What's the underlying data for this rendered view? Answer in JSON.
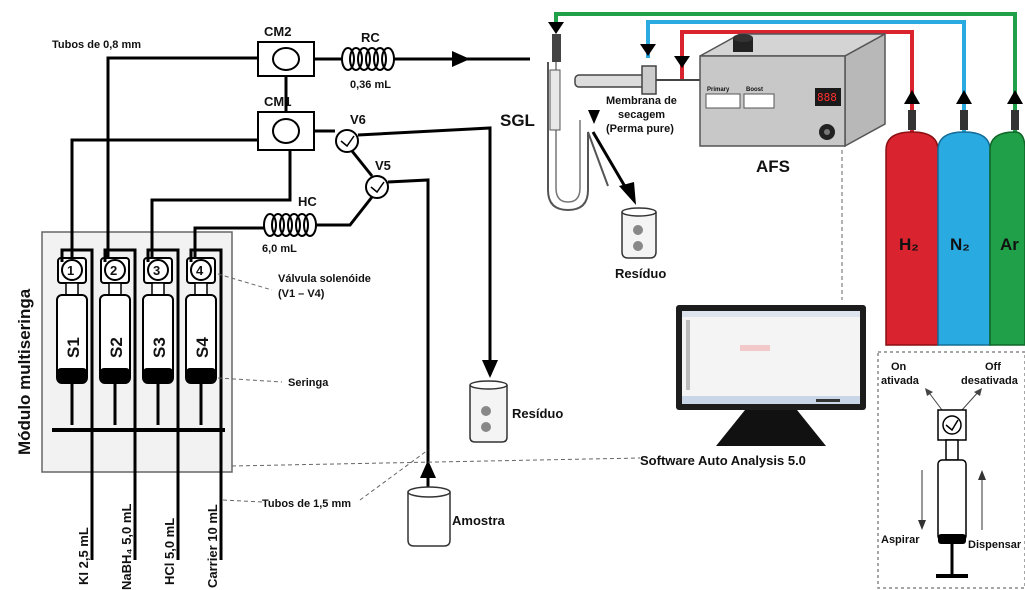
{
  "labels": {
    "tubos_08": "Tubos de 0,8 mm",
    "tubos_15": "Tubos de 1,5 mm",
    "cm1": "CM1",
    "cm2": "CM2",
    "rc": "RC",
    "rc_vol": "0,36 mL",
    "hc": "HC",
    "hc_vol": "6,0 mL",
    "v5": "V5",
    "v6": "V6",
    "sgl": "SGL",
    "membrana_1": "Membrana de",
    "membrana_2": "secagem",
    "membrana_3": "(Perma pure)",
    "afs": "AFS",
    "residuo_sgl": "Resíduo",
    "residuo_main": "Resíduo",
    "amostra": "Amostra",
    "software": "Software Auto Analysis 5.0",
    "modulo": "Módulo multiseringa",
    "valvula_1": "Válvula solenóide",
    "valvula_2": "(V1 – V4)",
    "seringa": "Seringa",
    "on": "On",
    "ativada": "ativada",
    "off": "Off",
    "desativada": "desativada",
    "aspirar": "Aspirar",
    "dispensar": "Dispensar",
    "afs_display": "888",
    "primary": "Primary",
    "boost": "Boost"
  },
  "syringes": [
    {
      "num": "1",
      "name": "S1",
      "reagent": "KI 2,5 mL"
    },
    {
      "num": "2",
      "name": "S2",
      "reagent": "NaBH₄ 5,0 mL"
    },
    {
      "num": "3",
      "name": "S3",
      "reagent": "HCl 5,0 mL"
    },
    {
      "num": "4",
      "name": "S4",
      "reagent": "Carrier 10 mL"
    }
  ],
  "cylinders": [
    {
      "gas": "H₂",
      "color": "#d9232e"
    },
    {
      "gas": "N₂",
      "color": "#29aae1"
    },
    {
      "gas": "Ar",
      "color": "#21a04a"
    }
  ]
}
